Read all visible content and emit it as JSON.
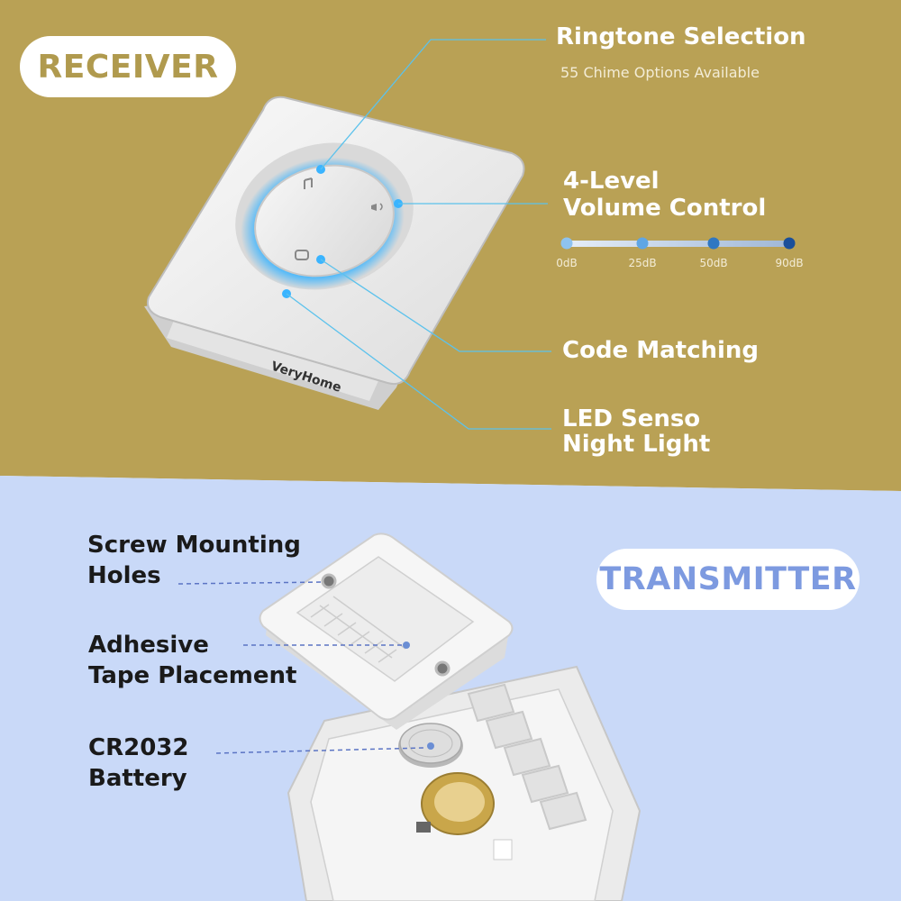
{
  "colors": {
    "gold_background": "#b9a155",
    "blue_background": "#c9d9f8",
    "receiver_pill_text": "#b09a4e",
    "transmitter_pill_text": "#7d9ae0",
    "led_glow": "#2aa8f2",
    "slider_start": "#8ec3f0",
    "slider_end": "#1a4f9a"
  },
  "receiver": {
    "badge": "RECEIVER",
    "brand_text": "VeryHome",
    "features": {
      "ringtone_title": "Ringtone Selection",
      "ringtone_subtitle": "55 Chime Options Available",
      "volume_line1": "4-Level",
      "volume_line2": "Volume Control",
      "code_matching": "Code Matching",
      "led_line1": "LED Senso",
      "led_line2": "Night Light"
    },
    "volume_levels": [
      "0dB",
      "25dB",
      "50dB",
      "90dB"
    ]
  },
  "transmitter": {
    "badge": "TRANSMITTER",
    "features": {
      "screw_line1": "Screw Mounting",
      "screw_line2": "Holes",
      "tape_line1": "Adhesive",
      "tape_line2": "Tape Placement",
      "battery_line1": "CR2032",
      "battery_line2": "Battery"
    }
  },
  "icons": [
    "music-note-icon",
    "speaker-icon",
    "link-icon"
  ]
}
